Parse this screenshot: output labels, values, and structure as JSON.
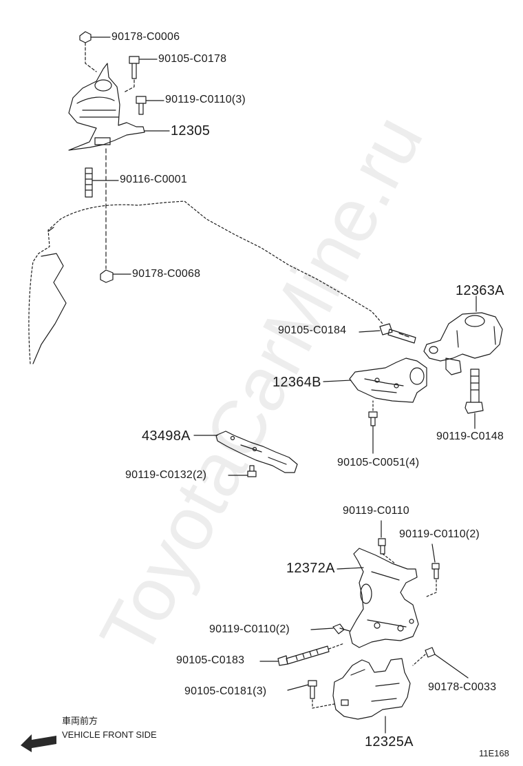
{
  "watermark": "ToyotaCarMine.ru",
  "parts": {
    "nut_top": "90178-C0006",
    "bolt_top": "90105-C0178",
    "bolt_side": "90119-C0110(3)",
    "mount_rh": "12305",
    "stud": "90116-C0001",
    "nut_lower": "90178-C0068",
    "mount_rear": "12363A",
    "bolt_rear": "90105-C0184",
    "bracket_rear": "12364B",
    "bolt_rear_v": "90119-C0148",
    "bolt_rear_small": "90105-C0051(4)",
    "plate": "43498A",
    "bolt_plate": "90119-C0132(2)",
    "bolt_lh_top": "90119-C0110",
    "bolt_lh_top2": "90119-C0110(2)",
    "bracket_lh": "12372A",
    "bolt_lh_mid": "90119-C0110(2)",
    "bolt_lh_long": "90105-C0183",
    "nut_lh": "90178-C0033",
    "bolt_lh_low": "90105-C0181(3)",
    "mount_lh": "12325A"
  },
  "direction": {
    "jp": "車両前方",
    "en": "VEHICLE FRONT SIDE"
  },
  "figure_code": "11E168"
}
